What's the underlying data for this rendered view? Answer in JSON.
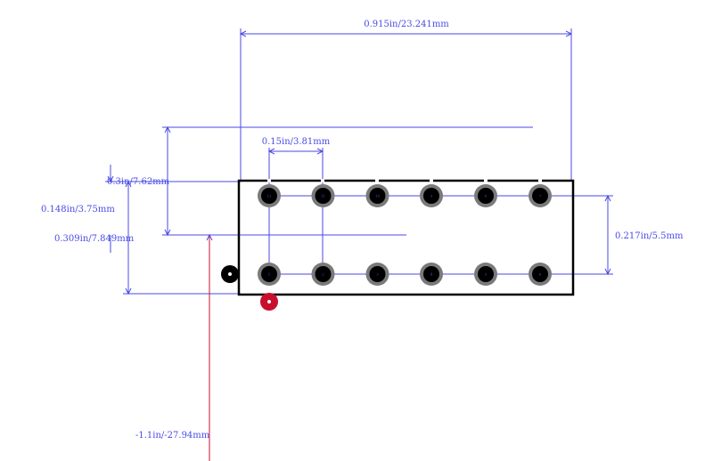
{
  "dimensions": {
    "width": "0.915in/23.241mm",
    "pitch": "0.15in/3.81mm",
    "row_spacing": "0.3in/7.62mm",
    "pad_offset": "0.148in/3.75mm",
    "body_height": "0.309in/7.849mm",
    "right_height": "0.217in/5.5mm",
    "origin_offset": "-1.1in/-27.94mm"
  },
  "pads": {
    "top": [
      "12",
      "11",
      "10",
      "9",
      "8",
      "7"
    ],
    "bottom": [
      "1",
      "2",
      "3",
      "4",
      "5",
      "6"
    ]
  },
  "colors": {
    "dimension": "#4a4ae6",
    "outline": "#000000",
    "pad_ring": "#7a7a7a",
    "pad_hole": "#000000",
    "origin_marker": "#c8102e",
    "pin1_marker": "#000000"
  }
}
